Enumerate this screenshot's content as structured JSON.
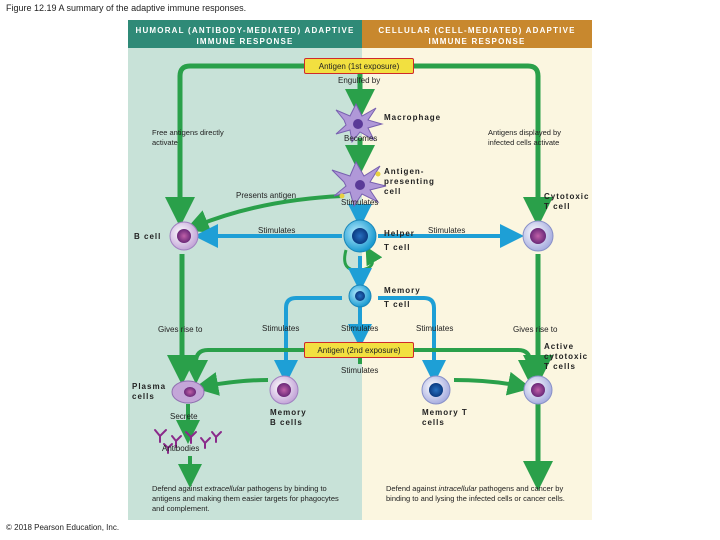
{
  "figure_title": "Figure 12.19 A summary of the adaptive immune responses.",
  "headers": {
    "humoral": "HUMORAL (ANTIBODY-MEDIATED) ADAPTIVE IMMUNE RESPONSE",
    "cellular": "CELLULAR (CELL-MEDIATED) ADAPTIVE IMMUNE RESPONSE"
  },
  "labels": {
    "antigen_1st": "Antigen (1st exposure)",
    "engulfed_by": "Engulfed by",
    "macrophage": "Macrophage",
    "free_antigens": "Free antigens directly activate",
    "becomes": "Becomes",
    "antigens_displayed": "Antigens displayed by infected cells activate",
    "apc": "Antigen-presenting cell",
    "presents_antigen": "Presents antigen",
    "stimulates_apc": "Stimulates",
    "cytotoxic_t": "Cytotoxic T cell",
    "b_cell": "B cell",
    "stimulates_bcell": "Stimulates",
    "helper_t": "Helper T cell",
    "stimulates_cytotoxic": "Stimulates",
    "memory_t_top": "Memory T cell",
    "gives_rise_left": "Gives rise to",
    "stimulates_mem_left": "Stimulates",
    "stimulates_mem_mid": "Stimulates",
    "stimulates_mem_right": "Stimulates",
    "gives_rise_right": "Gives rise to",
    "antigen_2nd": "Antigen (2nd exposure)",
    "stimulates_2nd": "Stimulates",
    "active_cytotoxic": "Active cytotoxic T cells",
    "plasma_cells": "Plasma cells",
    "secrete": "Secrete",
    "memory_b": "Memory B cells",
    "memory_t_bottom": "Memory T cells",
    "antibodies": "Antibodies",
    "humoral_defense_1": "Defend against ",
    "humoral_defense_em": "extracellular",
    "humoral_defense_2": " pathogens by binding to antigens and making them easier targets for phagocytes and complement.",
    "cellular_defense_1": "Defend against ",
    "cellular_defense_em": "intracellular",
    "cellular_defense_2": " pathogens and cancer by binding to and lysing the infected cells or cancer cells."
  },
  "copyright": "© 2018 Pearson Education, Inc.",
  "colors": {
    "humoral_header": "#2f8a77",
    "cellular_header": "#c8882e",
    "humoral_panel": "#c8e2d8",
    "cellular_panel": "#fbf6e0",
    "arrow_green": "#2aa04a",
    "arrow_blue": "#1e9fd6",
    "antigen_box": "#f2e040",
    "antigen_border": "#d02a2a",
    "antibody": "#8a2a8a"
  }
}
